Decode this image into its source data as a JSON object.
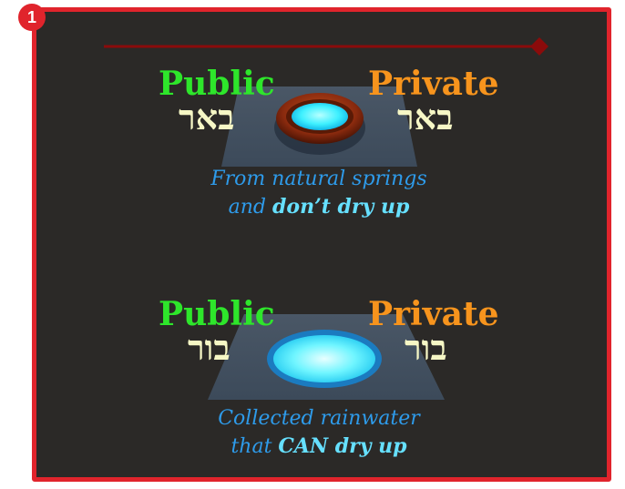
{
  "badge": "1",
  "colors": {
    "frame": "#e0242c",
    "background": "#2b2927",
    "public": "#2ee62b",
    "private": "#f7941d",
    "hebrew": "#f6f7c5",
    "caption": "#2e9bea",
    "water": "#4ef2ff"
  },
  "section1": {
    "public_label": "Public",
    "private_label": "Private",
    "public_hebrew": "באר",
    "private_hebrew": "באר",
    "caption_line1": "From natural springs",
    "caption_line2_plain": "and",
    "caption_line2_em": "don’t dry up"
  },
  "section2": {
    "public_label": "Public",
    "private_label": "Private",
    "public_hebrew": "בור",
    "private_hebrew": "בור",
    "caption_line1": "Collected rainwater",
    "caption_line2_plain": "that",
    "caption_line2_em": "CAN dry up"
  }
}
